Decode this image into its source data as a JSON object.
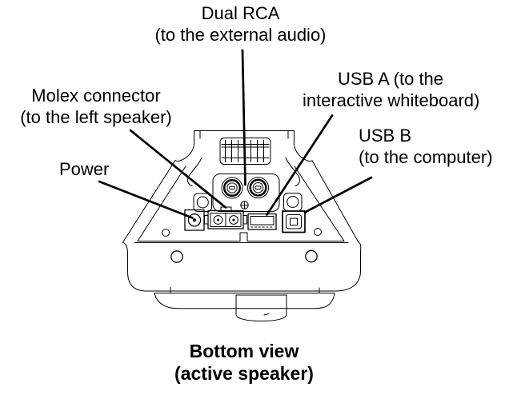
{
  "diagram": {
    "callouts": {
      "dual_rca": {
        "line1": "Dual RCA",
        "line2": "(to the external audio)"
      },
      "molex": {
        "line1": "Molex connector",
        "line2": "(to the left speaker)"
      },
      "power": {
        "line1": "Power"
      },
      "usb_a": {
        "line1": "USB A (to the",
        "line2": "interactive whiteboard)"
      },
      "usb_b": {
        "line1": "USB B",
        "line2": "(to the computer)"
      }
    },
    "caption": {
      "line1": "Bottom view",
      "line2": "(active speaker)"
    },
    "colors": {
      "ink": "#000000",
      "background": "#ffffff"
    }
  }
}
